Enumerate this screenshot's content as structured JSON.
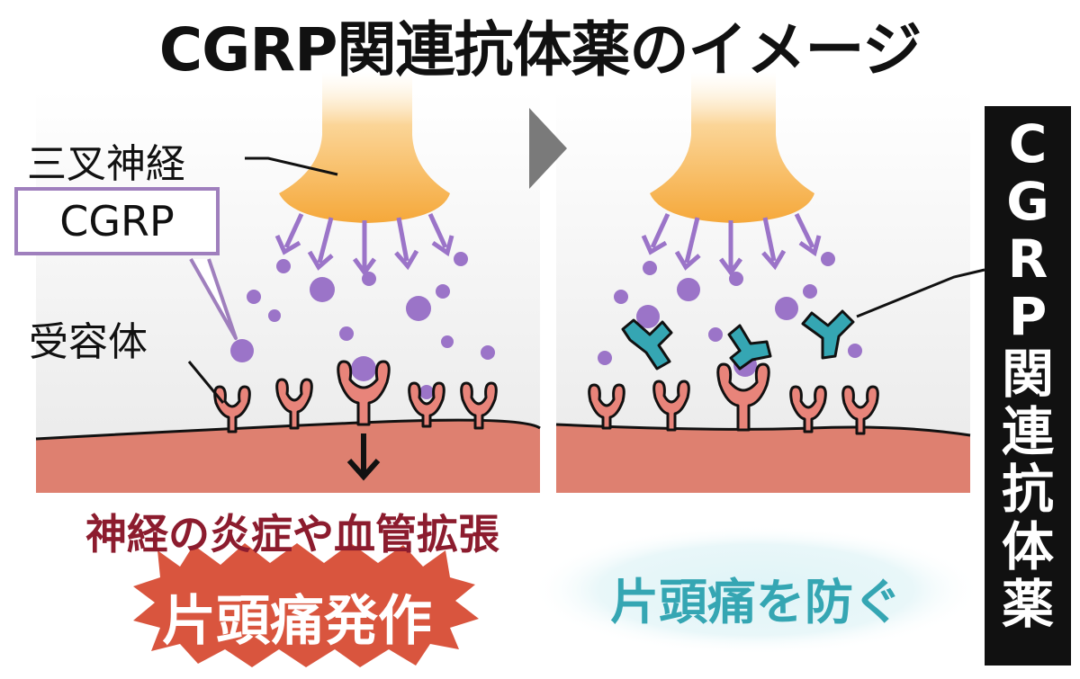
{
  "title": "CGRP関連抗体薬のイメージ",
  "labels": {
    "trigeminal": "三叉神経",
    "cgrp": "CGRP",
    "receptor": "受容体"
  },
  "left_panel": {
    "effect": "神経の炎症や血管拡張",
    "result": "片頭痛発作"
  },
  "right_panel": {
    "result": "片頭痛を防ぐ",
    "drug_label_chars": [
      "C",
      "G",
      "R",
      "P",
      "関",
      "連",
      "抗",
      "体",
      "薬"
    ]
  },
  "colors": {
    "nerve": "#f5a83a",
    "cgrp": "#9b74c8",
    "receptor": "#e8847a",
    "tissue": "#de8070",
    "antibody": "#35a6b3",
    "burst": "#d9553e",
    "effect_text": "#8c1c2e"
  }
}
